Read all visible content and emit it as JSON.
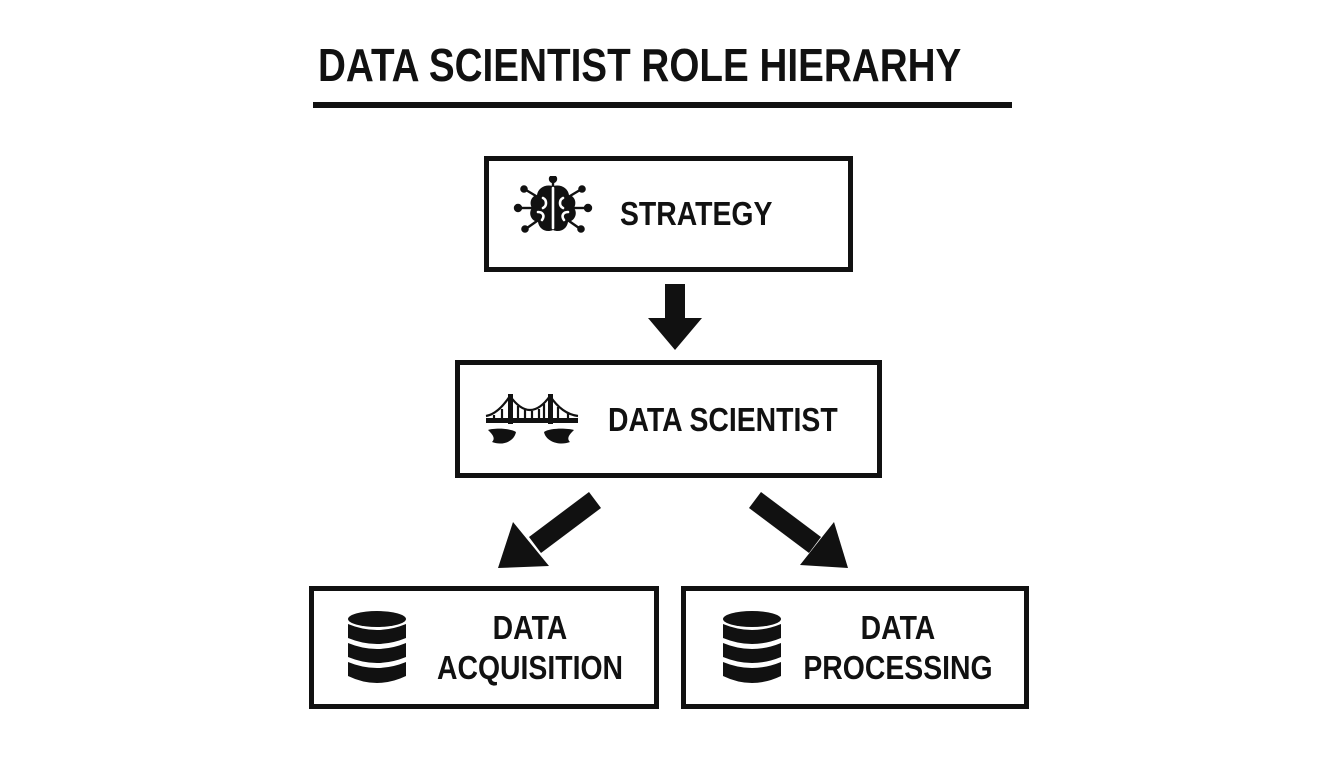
{
  "title": "DATA SCIENTIST ROLE HIERARHY",
  "nodes": {
    "strategy": {
      "label": "STRATEGY",
      "icon": "brain-network-icon"
    },
    "data_scientist": {
      "label": "DATA SCIENTIST",
      "icon": "bridge-icon"
    },
    "data_acquisition": {
      "line1": "DATA",
      "line2": "ACQUISITION",
      "icon": "database-icon"
    },
    "data_processing": {
      "line1": "DATA",
      "line2": "PROCESSING",
      "icon": "database-icon"
    }
  },
  "edges": [
    {
      "from": "strategy",
      "to": "data_scientist"
    },
    {
      "from": "data_scientist",
      "to": "data_acquisition"
    },
    {
      "from": "data_scientist",
      "to": "data_processing"
    }
  ],
  "colors": {
    "ink": "#111111",
    "background": "#ffffff"
  }
}
